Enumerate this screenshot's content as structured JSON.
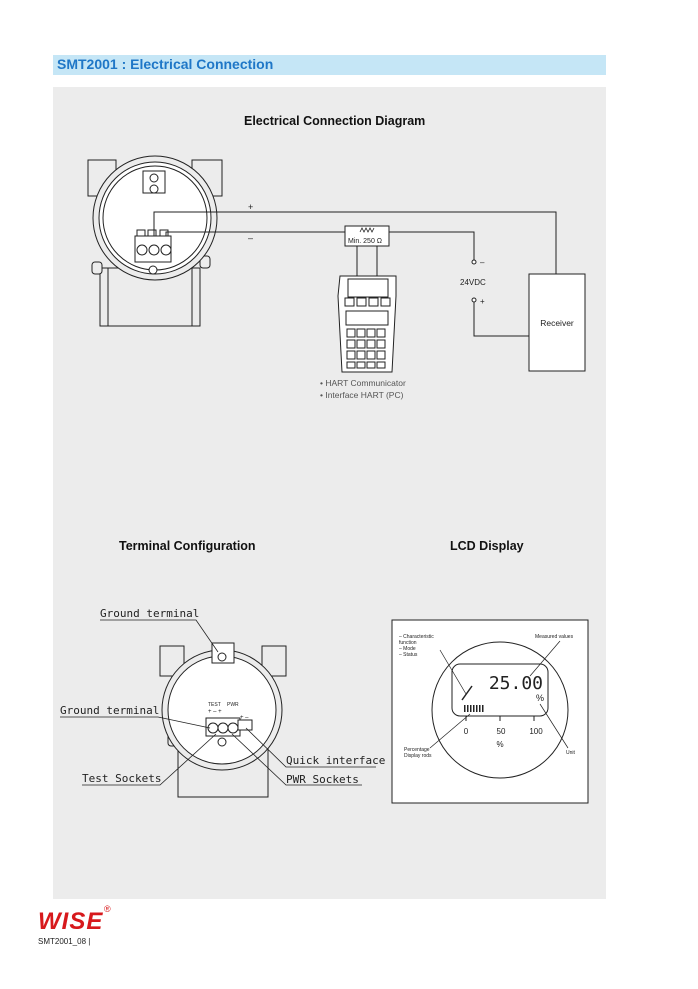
{
  "header": {
    "title": "SMT2001 : Electrical Connection"
  },
  "electrical": {
    "title": "Electrical Connection Diagram",
    "plus": "+",
    "minus": "–",
    "resistor_label": "Min.  250 Ω",
    "supply_minus": "–",
    "supply_label": "24VDC",
    "supply_plus": "+",
    "receiver": "Receiver",
    "hart_lines": [
      "• HART Communicator",
      "• Interface HART (PC)"
    ]
  },
  "terminal": {
    "title": "Terminal Configuration",
    "ground_top": "Ground  terminal",
    "ground_left": "Ground  terminal",
    "test_sockets": "Test  Sockets",
    "quick_interface": "Quick  interface",
    "pwr_sockets": "PWR  Sockets",
    "test_label": "TEST",
    "pwr_label": "PWR",
    "signs": "+  –  +",
    "quick_signs": "+  –"
  },
  "lcd": {
    "title": "LCD Display",
    "left_labels": [
      "–  Characteristic",
      "     function",
      "–  Mode",
      "–  Status"
    ],
    "measured_values": "Measured values",
    "reading": "25.00",
    "unit_symbol": "%",
    "scale": [
      "0",
      "50",
      "100"
    ],
    "scale_unit": "%",
    "percentage_label": [
      "Percentage",
      "Display rods"
    ],
    "unit_label": "Unit"
  },
  "footer": {
    "brand": "WISE",
    "reg": "®",
    "code": "SMT2001_08   |"
  },
  "colors": {
    "header_bg": "#c5e6f6",
    "header_text": "#1f77c7",
    "panel_bg": "#ececec",
    "brand": "#d7191c"
  }
}
